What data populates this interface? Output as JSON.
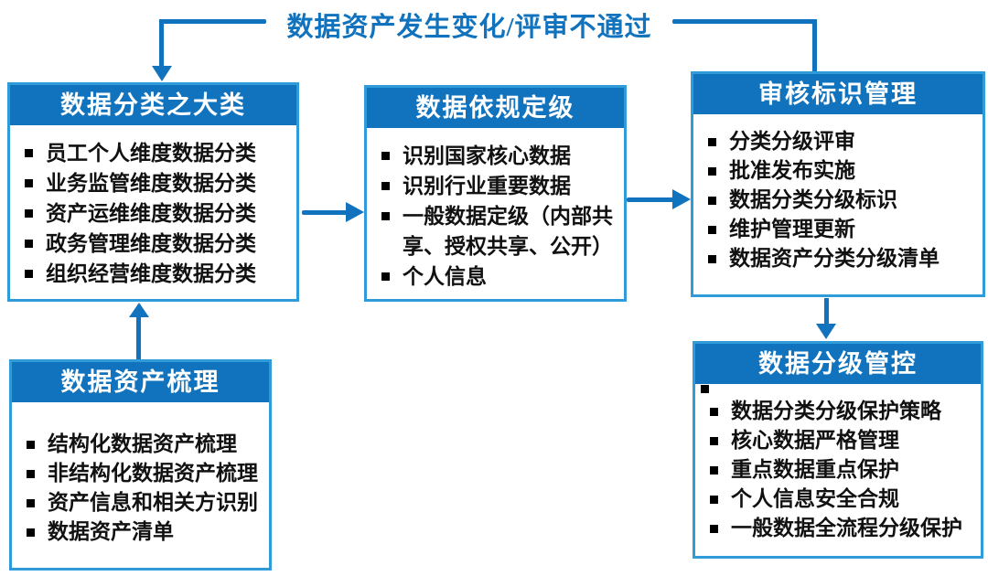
{
  "feedback": {
    "label": "数据资产发生变化/评审不通过"
  },
  "boxes": {
    "classification": {
      "title": "数据分类之大类",
      "items": [
        "员工个人维度数据分类",
        "业务监管维度数据分类",
        "资产运维维度数据分类",
        "政务管理维度数据分类",
        "组织经营维度数据分类"
      ]
    },
    "grading": {
      "title": "数据依规定级",
      "items": [
        "识别国家核心数据",
        "识别行业重要数据",
        "一般数据定级（内部共享、授权共享、公开）",
        "个人信息"
      ]
    },
    "review": {
      "title": "审核标识管理",
      "items": [
        "分类分级评审",
        "批准发布实施",
        "数据分类分级标识",
        "维护管理更新",
        "数据资产分类分级清单"
      ]
    },
    "inventory": {
      "title": "数据资产梳理",
      "items": [
        "结构化数据资产梳理",
        "非结构化数据资产梳理",
        "资产信息和相关方识别",
        "数据资产清单"
      ]
    },
    "control": {
      "title": "数据分级管控",
      "items": [
        "数据分类分级保护策略",
        "核心数据严格管理",
        "重点数据重点保护",
        "个人信息安全合规",
        "一般数据全流程分级保护"
      ]
    }
  },
  "colors": {
    "primary": "#1173bd",
    "border": "#2f9bd8",
    "text": "#111111",
    "background": "#ffffff"
  }
}
